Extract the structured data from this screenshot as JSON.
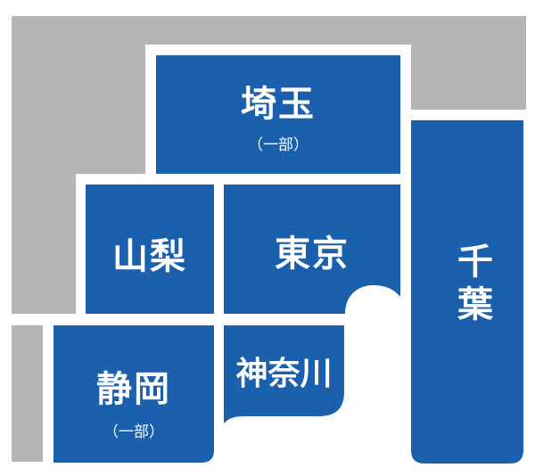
{
  "colors": {
    "prefecture": "#1b60ad",
    "outside": "#b4b5b4",
    "background": "#ffffff"
  },
  "regions": {
    "saitama": {
      "name": "埼玉",
      "note": "（一部）"
    },
    "yamanashi": {
      "name": "山梨"
    },
    "tokyo": {
      "name": "東京"
    },
    "chiba": {
      "name": "千葉"
    },
    "shizuoka": {
      "name": "静岡",
      "note": "（一部）"
    },
    "kanagawa": {
      "name": "神奈川"
    }
  }
}
